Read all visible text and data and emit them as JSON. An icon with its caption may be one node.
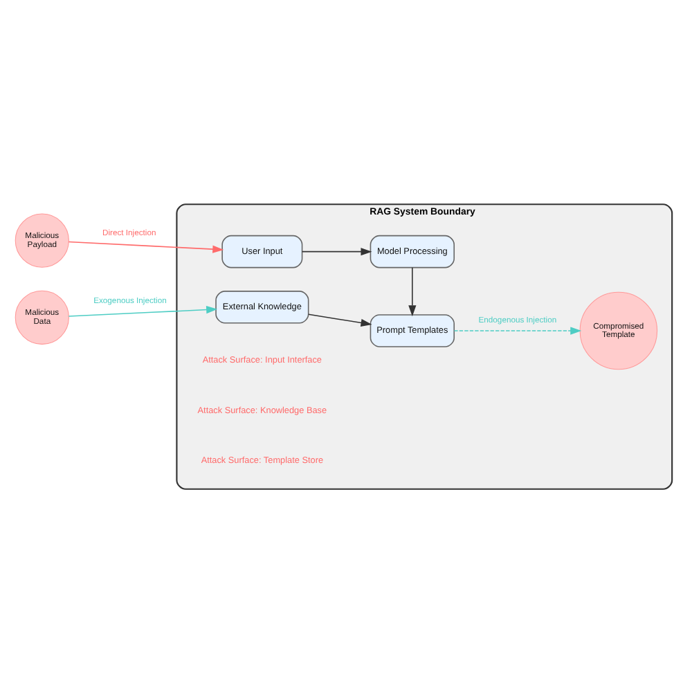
{
  "diagram": {
    "nodes": [
      {
        "text": [
          "RAG System Boundary"
        ]
      },
      {
        "text": [
          "Malicious Payload"
        ]
      },
      {
        "text": [
          "User Input"
        ],
        "in": 0
      },
      {
        "text": [
          "Model Processing"
        ],
        "in": 0
      },
      {
        "text": [
          "Malicious Data"
        ]
      },
      {
        "text": [
          "External Knowledge"
        ],
        "in": 0
      },
      {
        "text": [
          "Prompt Templates"
        ],
        "in": 0
      },
      {
        "text": [
          "Compromised Template"
        ],
        "in": 0
      }
    ],
    "edges": [
      {
        "from": 1,
        "to": 2,
        "arrow": "to",
        "label": "Direct Injection",
        "color": "#ff6b6b"
      },
      {
        "from": 2,
        "to": 3,
        "arrow": "to"
      },
      {
        "from": 4,
        "to": 5,
        "arrow": "to",
        "label": "Exogenous Injection",
        "color": "#4ecdc4"
      },
      {
        "from": 5,
        "to": 6,
        "arrow": "to"
      },
      {
        "from": 3,
        "to": 6,
        "arrow": "to"
      },
      {
        "from": 6,
        "to": 7,
        "arrow": "to",
        "label": "Endogenous Injection",
        "style": "dashed",
        "color": "#4ecdc4"
      }
    ],
    "labels": [
      "Attack Surface: Input Interface",
      "Attack Surface: Knowledge Base",
      "Attack Surface: Template Store"
    ]
  }
}
